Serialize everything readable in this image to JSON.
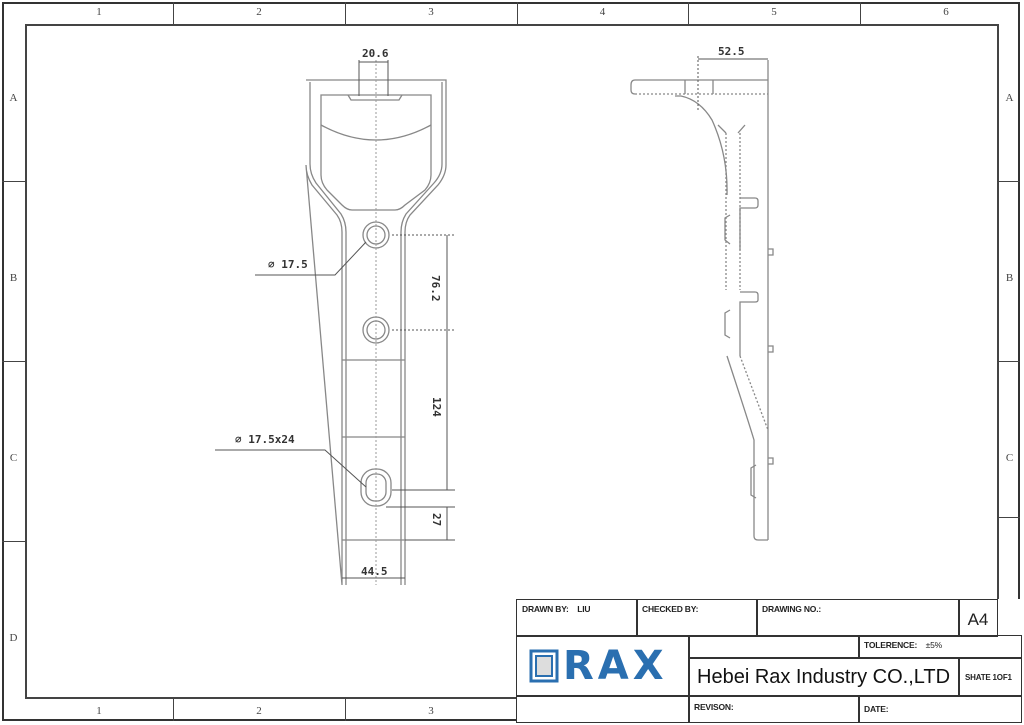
{
  "drawing": {
    "column_zones": [
      "1",
      "2",
      "3",
      "4",
      "5",
      "6"
    ],
    "bottom_column_zones": [
      "1",
      "2",
      "3"
    ],
    "row_zones": [
      "A",
      "B",
      "C",
      "D"
    ],
    "front_view": {
      "dimensions": {
        "top_slot_width": "20.6",
        "hole_diameter": "17.5",
        "hole_spacing": "76.2",
        "slot_spacing": "124",
        "bottom_offset": "27",
        "bar_width": "44.5",
        "slot_size": "17.5x24"
      },
      "labels": {
        "hole_callout": "∅ 17.5",
        "slot_callout": "∅ 17.5x24"
      }
    },
    "side_view": {
      "dimensions": {
        "top_depth": "52.5"
      }
    }
  },
  "title_block": {
    "drawn_by_label": "DRAWN BY:",
    "drawn_by_value": "LIU",
    "checked_by_label": "CHECKED BY:",
    "drawing_no_label": "DRAWING NO.:",
    "paper_size": "A4",
    "tolerance_label": "TOLERENCE:",
    "tolerance_value": "±5%",
    "logo_text": "RAX",
    "company_name": "Hebei Rax Industry CO.,LTD",
    "sheet": "SHATE 1OF1",
    "revision_label": "REVISON:",
    "date_label": "DATE:",
    "brand_color": "#2a6fb0"
  }
}
